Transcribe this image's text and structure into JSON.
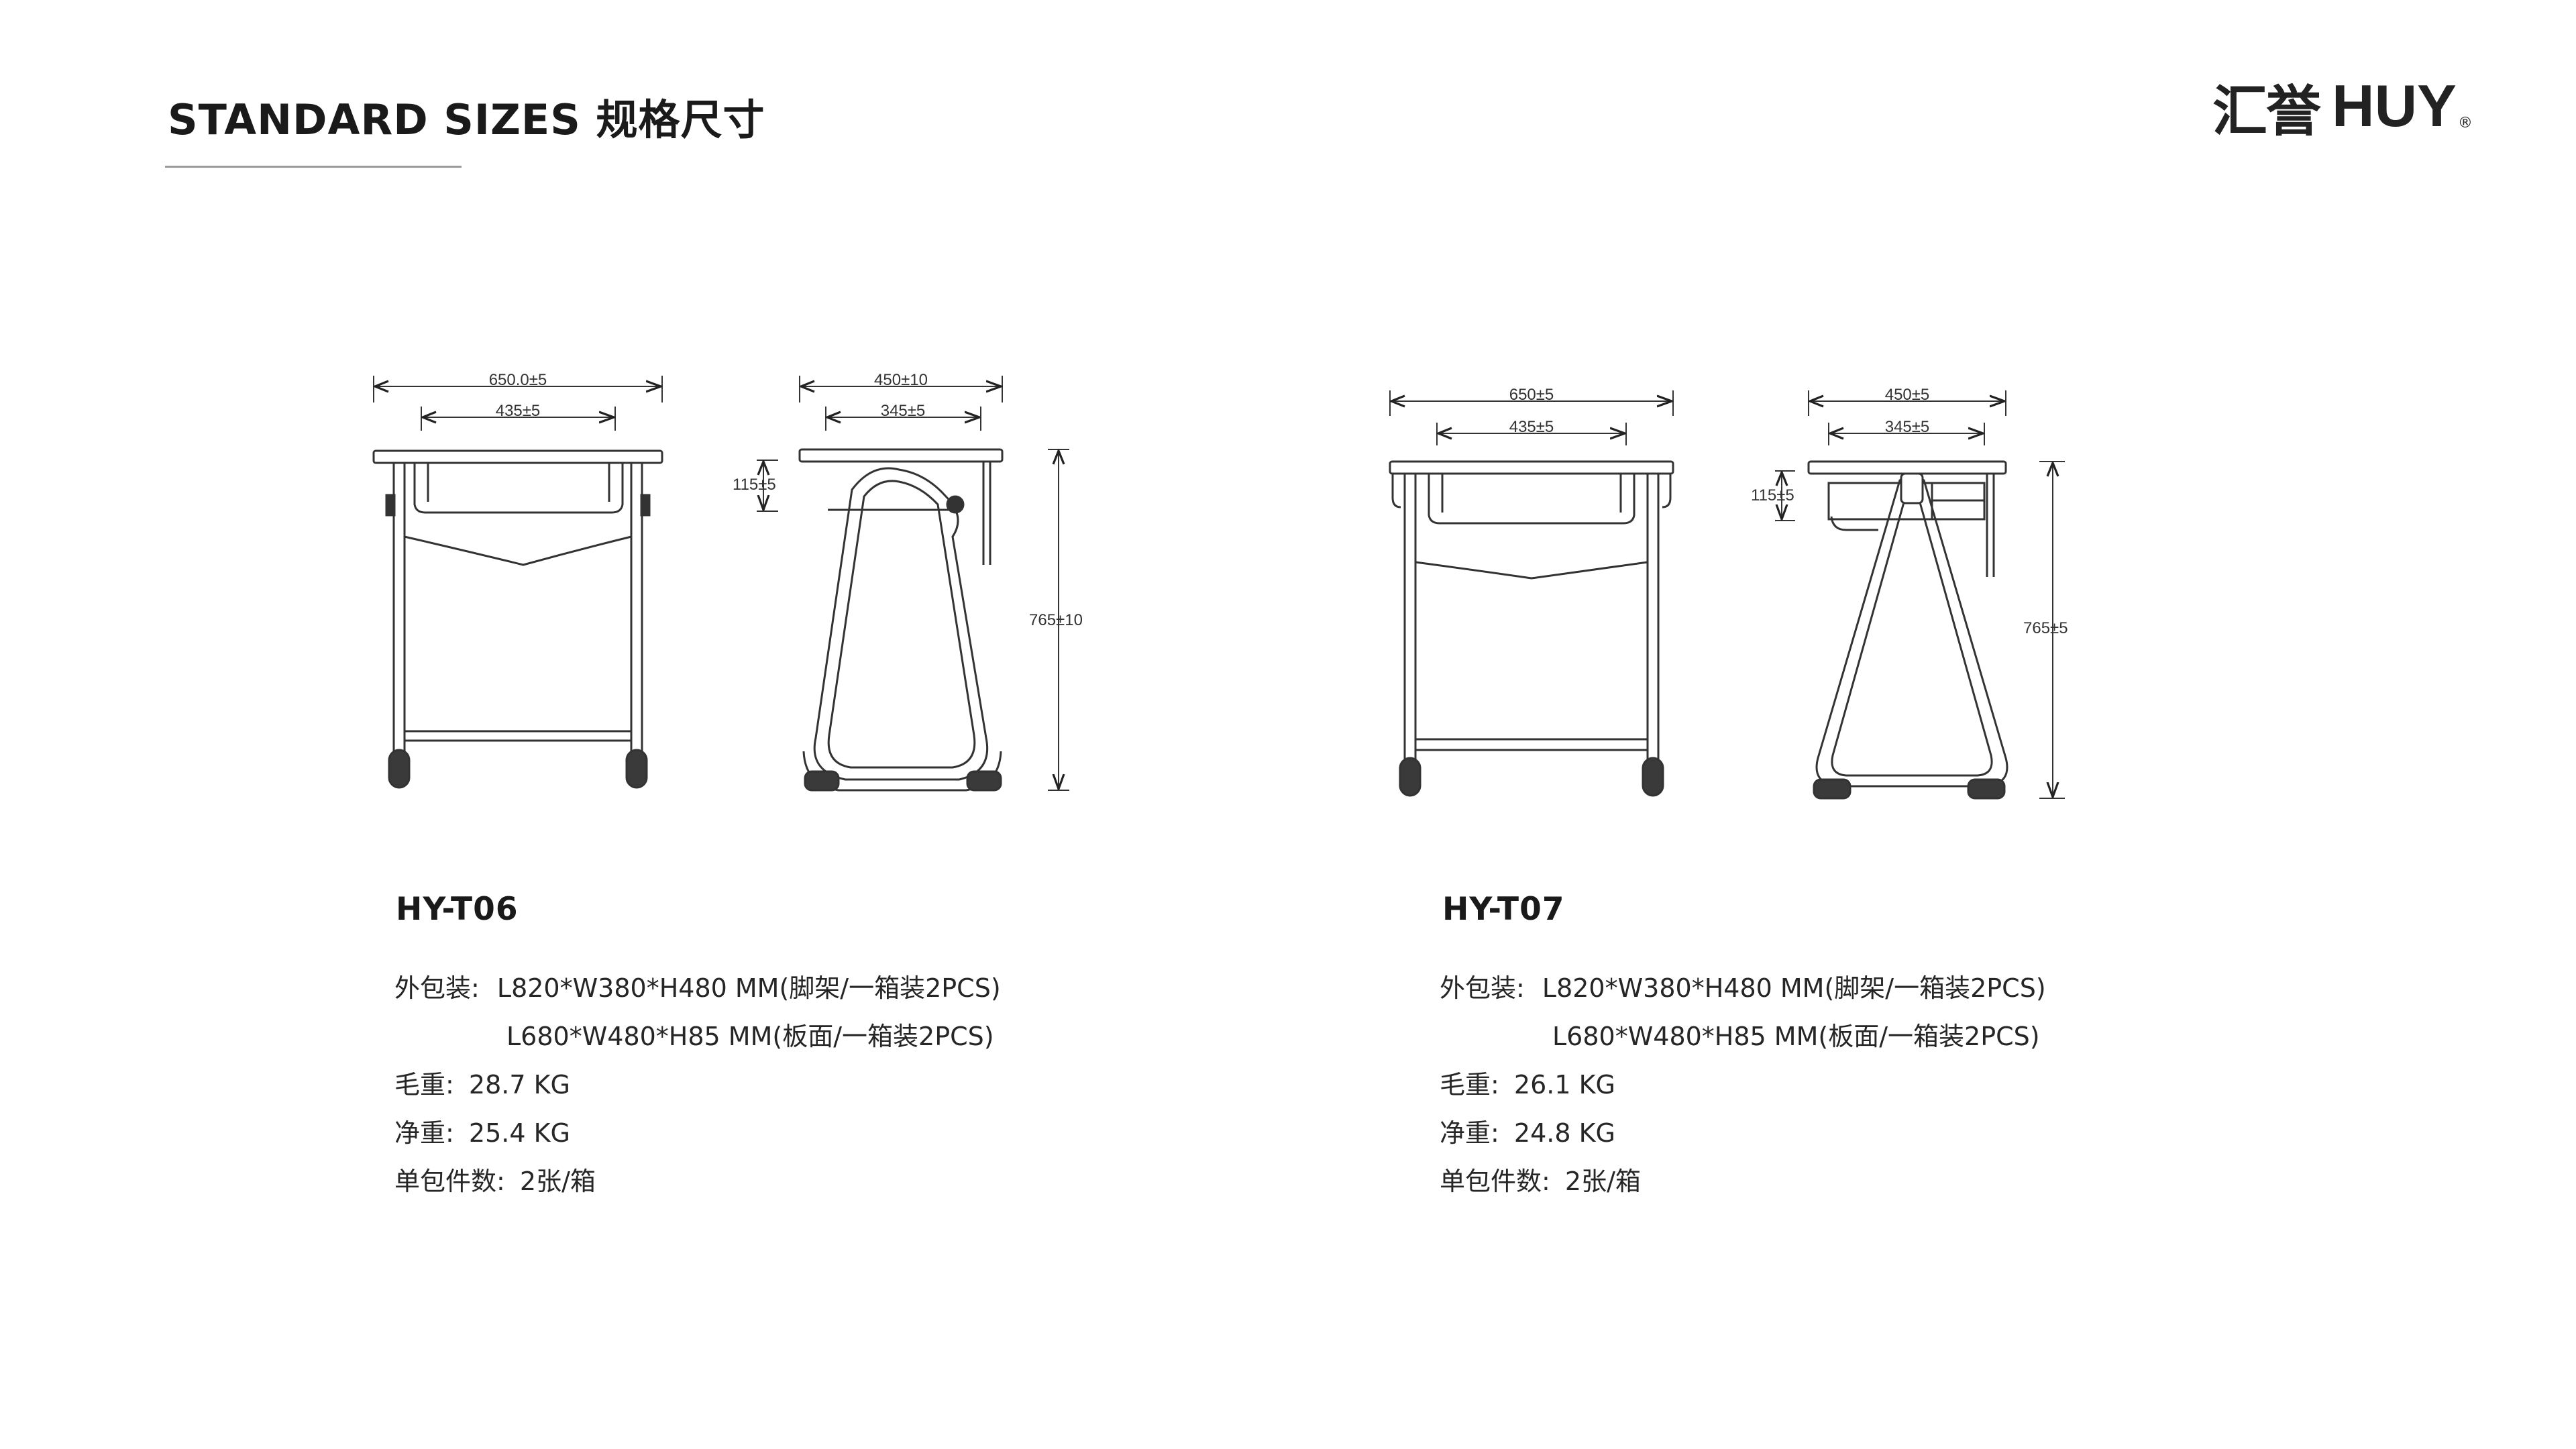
{
  "header": {
    "title": "STANDARD SIZES  规格尺寸",
    "logo_cn": "汇誉",
    "logo_en": "HUY",
    "logo_mark": "®"
  },
  "products": [
    {
      "model": "HY-T06",
      "dims": {
        "front_width": "650.0±5",
        "front_inner": "435±5",
        "side_width": "450±10",
        "side_inner": "345±5",
        "drawer_height": "115±5",
        "total_height": "765±10"
      },
      "specs": {
        "pack_label": "外包装:",
        "pack_line1": "L820*W380*H480 MM(脚架/一箱装2PCS)",
        "pack_line2": "L680*W480*H85 MM(板面/一箱装2PCS)",
        "gross_label": "毛重:",
        "gross_value": "28.7 KG",
        "net_label": "净重:",
        "net_value": "25.4 KG",
        "qty_label": "单包件数:",
        "qty_value": "2张/箱"
      }
    },
    {
      "model": "HY-T07",
      "dims": {
        "front_width": "650±5",
        "front_inner": "435±5",
        "side_width": "450±5",
        "side_inner": "345±5",
        "drawer_height": "115±5",
        "total_height": "765±5"
      },
      "specs": {
        "pack_label": "外包装:",
        "pack_line1": "L820*W380*H480 MM(脚架/一箱装2PCS)",
        "pack_line2": "L680*W480*H85 MM(板面/一箱装2PCS)",
        "gross_label": "毛重:",
        "gross_value": "26.1 KG",
        "net_label": "净重:",
        "net_value": "24.8 KG",
        "qty_label": "单包件数:",
        "qty_value": "2张/箱"
      }
    }
  ]
}
